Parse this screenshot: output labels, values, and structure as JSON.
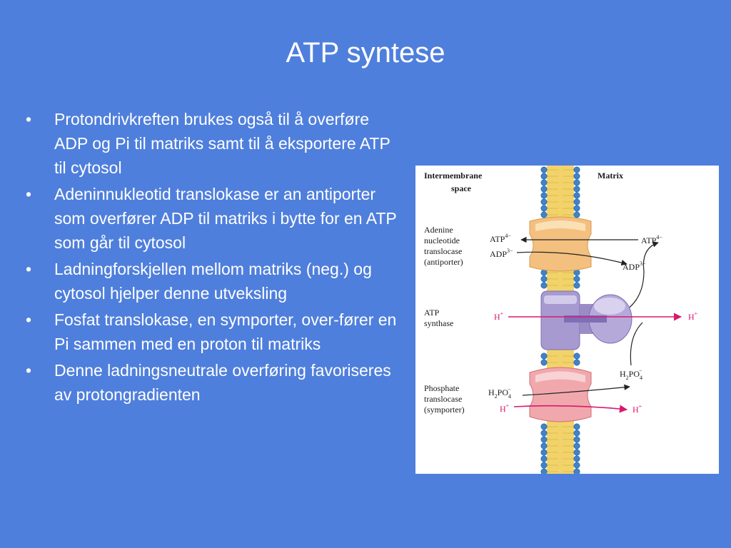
{
  "slide": {
    "title": "ATP syntese",
    "bullets": [
      "Protondrivkreften brukes også til å overføre ADP og Pi til matriks samt til å eksportere ATP til cytosol",
      "Adeninnukleotid translokase er an antiporter som overfører ADP til matriks i bytte for en ATP som går til cytosol",
      "Ladningforskjellen mellom matriks (neg.) og cytosol hjelper denne utveksling",
      "Fosfat translokase, en symporter, over-fører en Pi sammen med en proton til matriks",
      "Denne ladningsneutrale overføring favoriseres av protongradienten"
    ],
    "bullet_glyph": "•"
  },
  "figure": {
    "header_left_line1": "Intermembrane",
    "header_left_line2": "space",
    "header_right": "Matrix",
    "ant_label": [
      "Adenine",
      "nucleotide",
      "translocase",
      "(antiporter)"
    ],
    "atp_synthase_label": [
      "ATP",
      "synthase"
    ],
    "phosphate_label": [
      "Phosphate",
      "translocase",
      "(symporter)"
    ],
    "atp_left": "ATP",
    "atp_left_sup": "4−",
    "adp_left": "ADP",
    "adp_left_sup": "3−",
    "atp_right": "ATP",
    "atp_right_sup": "4−",
    "adp_right": "ADP",
    "adp_right_sup": "3−",
    "h_left": "H",
    "h_right": "H",
    "h_sup": "+",
    "h2po4_right_h": "H",
    "h2po4_right_sub2": "2",
    "h2po4_right_po": "PO",
    "h2po4_right_sub4": "4",
    "h2po4_right_sup": "−",
    "h2po4_left_h": "H",
    "h2po4_left_sub2": "2",
    "h2po4_left_po": "PO",
    "h2po4_left_sub4": "4",
    "h2po4_left_sup": "−",
    "h_phos_left": "H",
    "h_phos_right": "H",
    "colors": {
      "lipid_head": "#3f84c8",
      "lipid_tail": "#f2d36a",
      "antiporter": "#f4c07f",
      "synthase": "#a79ad0",
      "symporter": "#f1a8ad",
      "proton_arrow": "#d8196e"
    }
  }
}
